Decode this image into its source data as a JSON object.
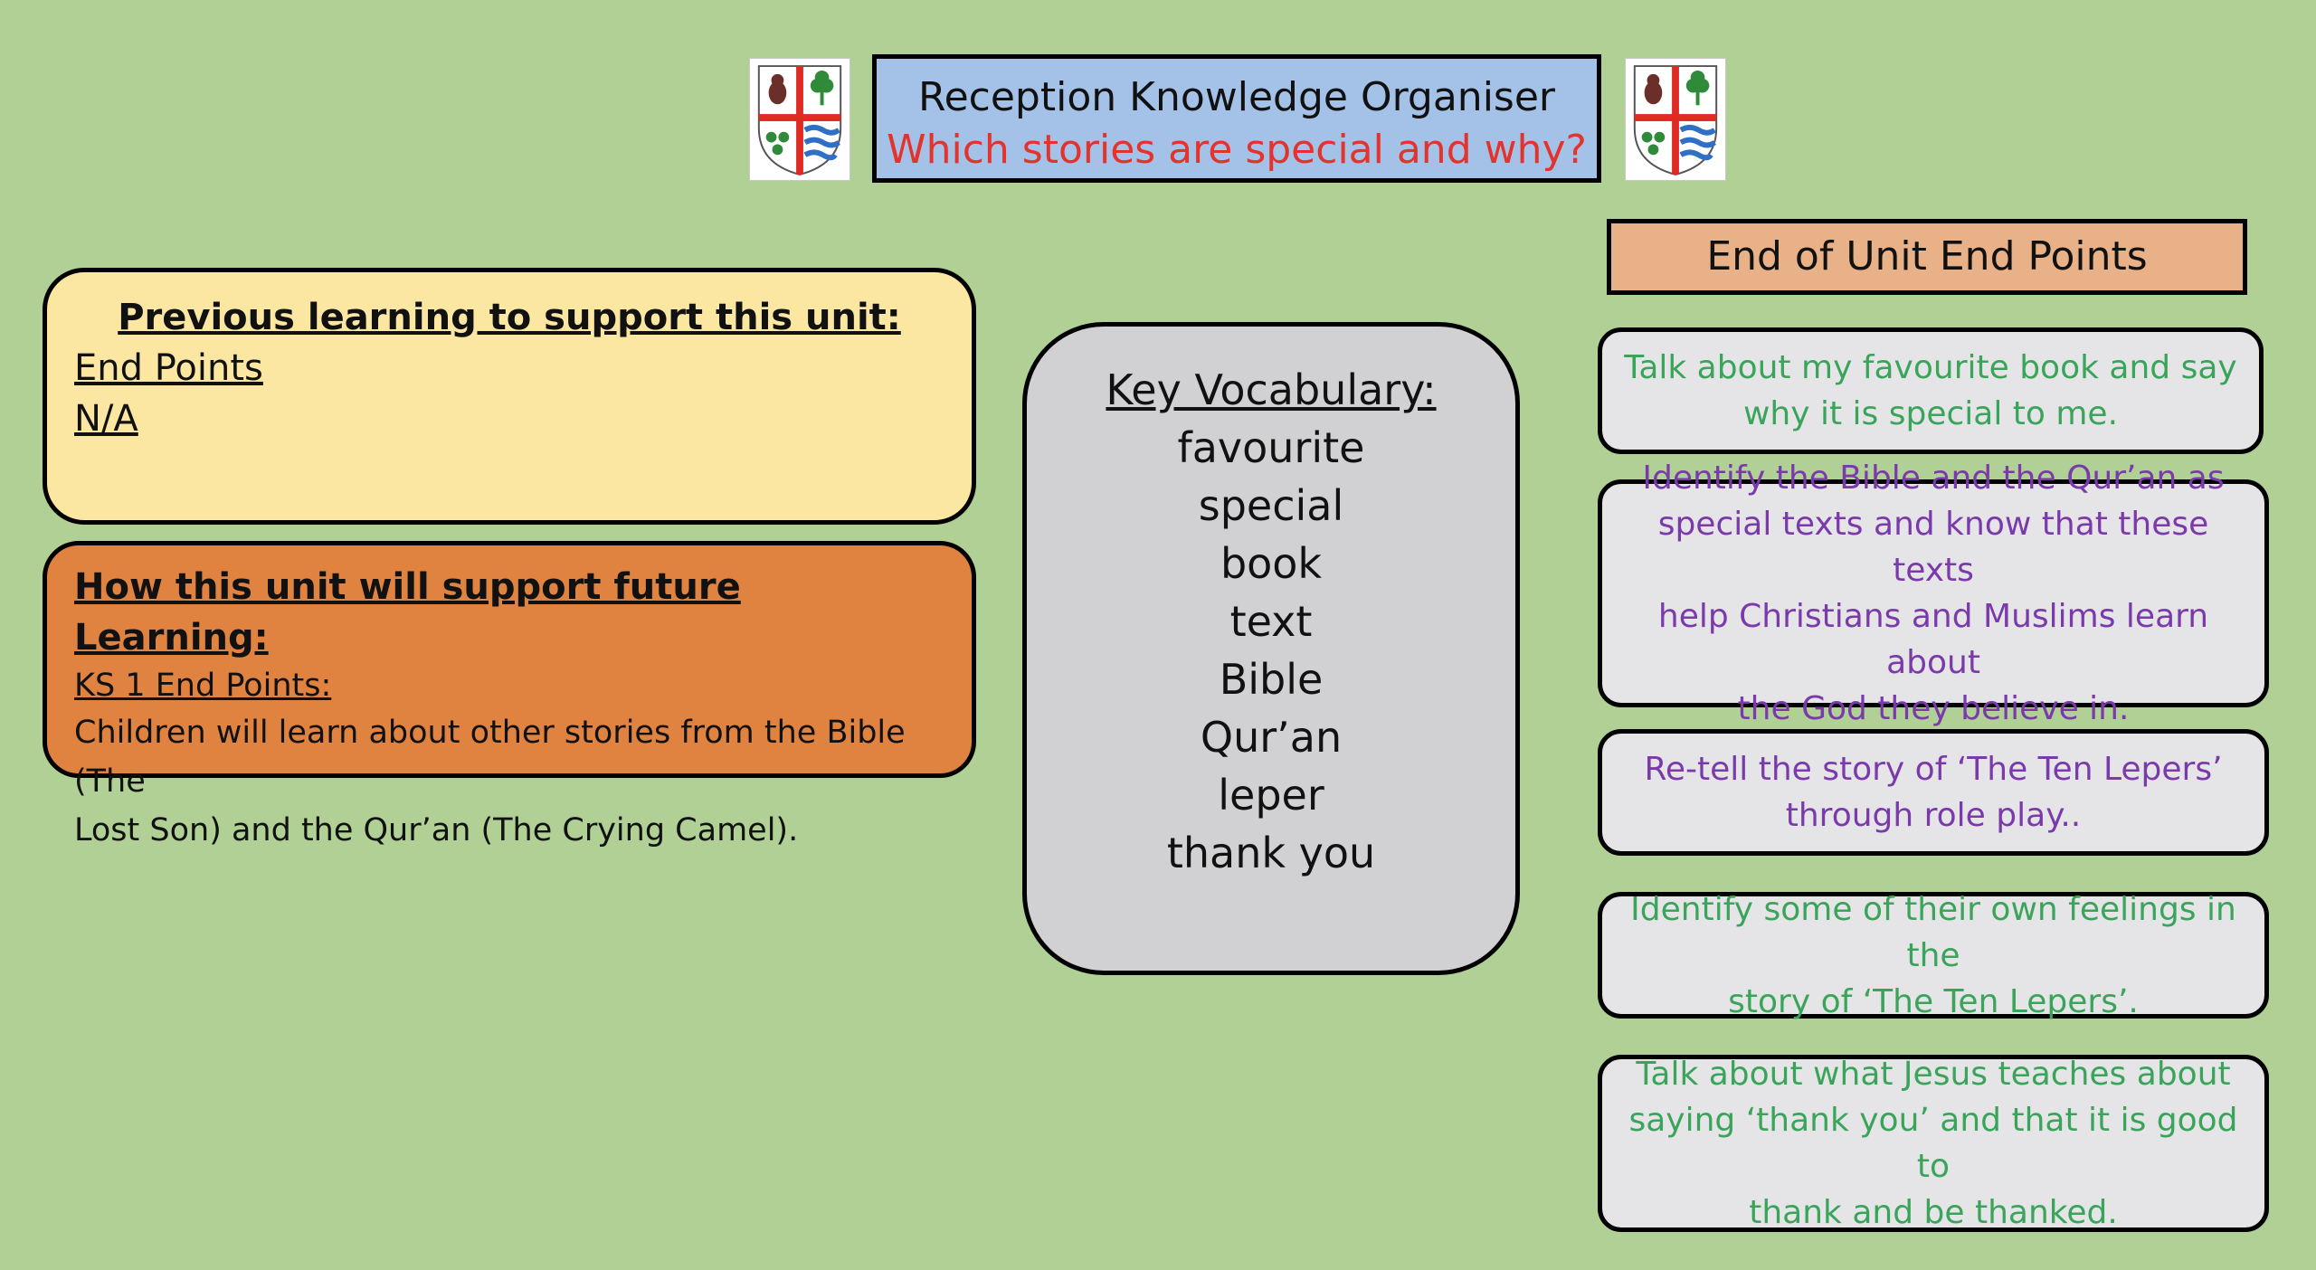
{
  "header": {
    "title": "Reception Knowledge Organiser",
    "subtitle": "Which stories are special and why?"
  },
  "previous": {
    "heading": "Previous learning to support this unit:",
    "line1": "End Points",
    "line2": "N/A"
  },
  "future": {
    "heading": "How this unit will support future Learning:",
    "sub": "KS 1 End Points:",
    "line1": "Children will learn about other stories from the Bible (The",
    "line2": "Lost Son) and the Qur’an (The Crying Camel)."
  },
  "vocab": {
    "heading": "Key Vocabulary:",
    "words": [
      "favourite",
      "special",
      "book",
      "text",
      "Bible",
      "Qur’an",
      "leper",
      "thank you"
    ]
  },
  "end_points": {
    "heading": "End of Unit End Points",
    "items": [
      {
        "lines": [
          "Talk about my favourite book and say",
          "why it is special to me."
        ],
        "color": "#3aa55a"
      },
      {
        "lines": [
          "Identify the Bible and the Qur’an as",
          "special texts and know that these texts",
          "help Christians and Muslims learn about",
          "the God they believe in."
        ],
        "color": "#7b3aab"
      },
      {
        "lines": [
          "Re-tell the story of ‘The Ten Lepers’",
          "through role play.."
        ],
        "color": "#7b3aab"
      },
      {
        "lines": [
          "Identify some of their own feelings in the",
          "story of ‘The Ten Lepers’."
        ],
        "color": "#3aa55a"
      },
      {
        "lines": [
          "Talk about what Jesus teaches about",
          "saying ‘thank you’ and that it is good to",
          "thank and be thanked."
        ],
        "color": "#3aa55a"
      }
    ]
  },
  "crest_colors": {
    "cross": "#e02a24",
    "owl": "#6b2f2a",
    "clover": "#2f8a3a",
    "waves": "#2f6fc6"
  }
}
